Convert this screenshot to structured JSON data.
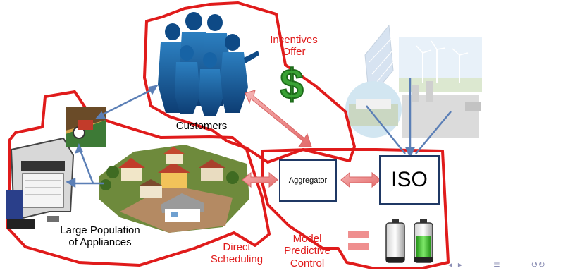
{
  "labels": {
    "customers": "Customers",
    "incentives_line1": "Incentives",
    "incentives_line2": "Offer",
    "population_line1": "Large Population",
    "population_line2": "of Appliances",
    "direct_line1": "Direct",
    "direct_line2": "Scheduling",
    "mpc_line1": "Model",
    "mpc_line2": "Predictive",
    "mpc_line3": "Control"
  },
  "boxes": {
    "aggregator": "Aggregator",
    "iso": "ISO"
  },
  "colors": {
    "red_outline": "#e01b1b",
    "box_border": "#1f3864",
    "arrow_blue": "#5b7fb6",
    "arrow_red": "#f08f8f",
    "battery_green": "#3cc22a",
    "dollar_green": "#3aa235"
  },
  "nav_icons": [
    "triangle-left-icon",
    "triangle-right-icon",
    "align-icon",
    "loop-icon"
  ]
}
